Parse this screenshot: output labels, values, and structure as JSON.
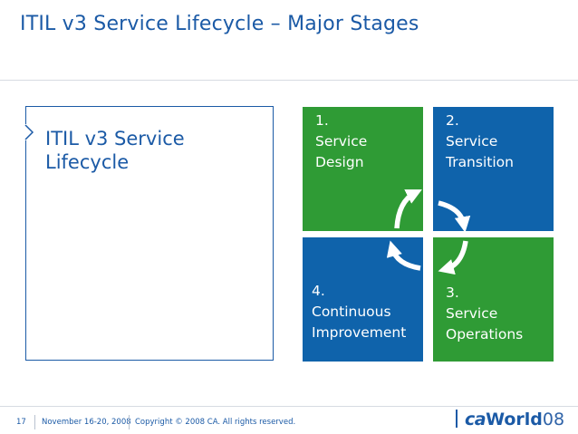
{
  "slide": {
    "title": "ITIL v3 Service Lifecycle – Major Stages",
    "box_text": [
      "ITIL v3 Service",
      "Lifecycle"
    ]
  },
  "stages": [
    {
      "lines": [
        "1.",
        "Service",
        "Design"
      ],
      "color": "#2f9b35"
    },
    {
      "lines": [
        "2.",
        "Service",
        "Transition"
      ],
      "color": "#0f63ab"
    },
    {
      "lines": [
        "3.",
        "Service",
        "Operations"
      ],
      "color": "#2f9b35"
    },
    {
      "lines": [
        "4.",
        "Continuous",
        "Improvement"
      ],
      "color": "#0f63ab"
    }
  ],
  "footer": {
    "page": "17",
    "date": "November 16-20, 2008",
    "copyright": "Copyright © 2008 CA. All rights reserved."
  },
  "logo": {
    "ca": "ca",
    "world": "World",
    "year": "08"
  },
  "colors": {
    "accent_blue": "#1b5aa6",
    "green": "#2f9b35",
    "blue": "#0f63ab"
  },
  "icons": [
    "chevron-right-icon",
    "cycle-arrow-icon"
  ]
}
